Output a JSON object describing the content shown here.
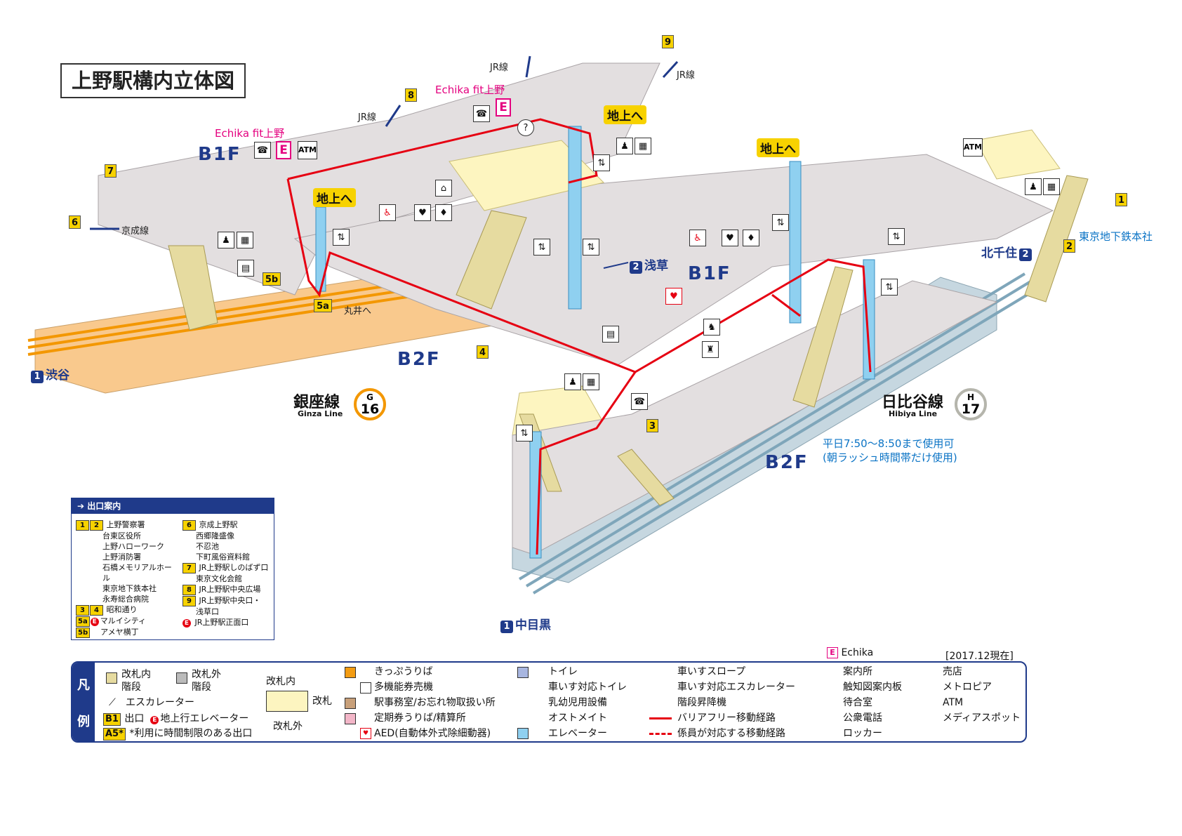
{
  "title": "上野駅構内立体図",
  "floors": {
    "b1f_left": "B1F",
    "b1f_right": "B1F",
    "b2f_left": "B2F",
    "b2f_right": "B2F"
  },
  "exits": {
    "e1": "1",
    "e2": "2",
    "e3": "3",
    "e4": "4",
    "e5a": "5a",
    "e5b": "5b",
    "e6": "6",
    "e7": "7",
    "e8": "8",
    "e9": "9"
  },
  "labels": {
    "jr_line": "JR線",
    "keisei": "京成線",
    "marui": "丸井へ",
    "to_ground": "地上へ",
    "echika_fit": "Echika fit上野",
    "tokyo_metro_hq": "東京地下鉄本社",
    "atm": "ATM",
    "echika_e": "E"
  },
  "directions": {
    "shibuya": {
      "badge": "1",
      "text": "渋谷"
    },
    "asakusa": {
      "badge": "2",
      "text": "浅草"
    },
    "kitasenju": {
      "badge": "2",
      "text": "北千住"
    },
    "nakameguro": {
      "badge": "1",
      "text": "中目黒"
    }
  },
  "lines": {
    "ginza": {
      "name": "銀座線",
      "sub": "Ginza Line",
      "letter": "G",
      "number": "16",
      "color": "#f39700"
    },
    "hibiya": {
      "name": "日比谷線",
      "sub": "Hibiya Line",
      "letter": "H",
      "number": "17",
      "color": "#b5b5ac"
    }
  },
  "note": {
    "line1": "平日7:50〜8:50まで使用可",
    "line2": "(朝ラッシュ時間帯だけ使用)"
  },
  "exit_guide": {
    "header": "出口案内",
    "left": [
      {
        "badges": [
          "1",
          "2"
        ],
        "items": [
          "上野警察署",
          "台東区役所",
          "上野ハローワーク",
          "上野消防署",
          "石橋メモリアルホール",
          "東京地下鉄本社",
          "永寿総合病院"
        ]
      },
      {
        "badges": [
          "3",
          "4"
        ],
        "items": [
          "昭和通り"
        ]
      },
      {
        "badges": [
          "5a",
          "E"
        ],
        "items": [
          "マルイシティ"
        ]
      },
      {
        "badges": [
          "5b"
        ],
        "items": [
          "アメヤ横丁"
        ]
      }
    ],
    "right": [
      {
        "badges": [
          "6"
        ],
        "items": [
          "京成上野駅",
          "西郷隆盛像",
          "不忍池",
          "下町風俗資料館"
        ]
      },
      {
        "badges": [
          "7"
        ],
        "items": [
          "JR上野駅しのばず口",
          "東京文化会館"
        ]
      },
      {
        "badges": [
          "8"
        ],
        "items": [
          "JR上野駅中央広場"
        ]
      },
      {
        "badges": [
          "9"
        ],
        "items": [
          "JR上野駅中央口・",
          "浅草口"
        ]
      },
      {
        "badges": [
          "E"
        ],
        "items": [
          "JR上野駅正面口"
        ]
      }
    ]
  },
  "legend": {
    "side_top": "凡",
    "side_bottom": "例",
    "echika": "Echika",
    "date": "[2017.12現在]",
    "stairs_in": "改札内\n階段",
    "stairs_out": "改札外\n階段",
    "escalator": "エスカレーター",
    "exit_badge": "B1",
    "exit_text": "出口",
    "elevator_exit": "地上行エレベーター",
    "limited_badge": "A5*",
    "limited_text": "*利用に時間制限のある出口",
    "gate_in": "改札内",
    "gate": "改札",
    "gate_out": "改札外",
    "col1": [
      "きっぷうりば",
      "多機能券売機",
      "駅事務室/お忘れ物取扱い所",
      "定期券うりば/精算所",
      "AED(自動体外式除細動器)"
    ],
    "col2": [
      "トイレ",
      "車いす対応トイレ",
      "乳幼児用設備",
      "オストメイト",
      "エレベーター"
    ],
    "col3": [
      "車いすスロープ",
      "車いす対応エスカレーター",
      "階段昇降機",
      "バリアフリー移動経路",
      "係員が対応する移動経路"
    ],
    "col4": [
      "案内所",
      "触知図案内板",
      "待合室",
      "公衆電話",
      "ロッカー"
    ],
    "col5": [
      "売店",
      "メトロピア",
      "ATM",
      "メディアスポット"
    ]
  },
  "colors": {
    "concourse": "#e3dfe0",
    "ginza": "#f9c98d",
    "hibiya": "#c6d7e0",
    "route": "#e60012",
    "elevator": "#8fd0f0",
    "stairs": "#e6dba0",
    "navy": "#1f3a8a"
  }
}
